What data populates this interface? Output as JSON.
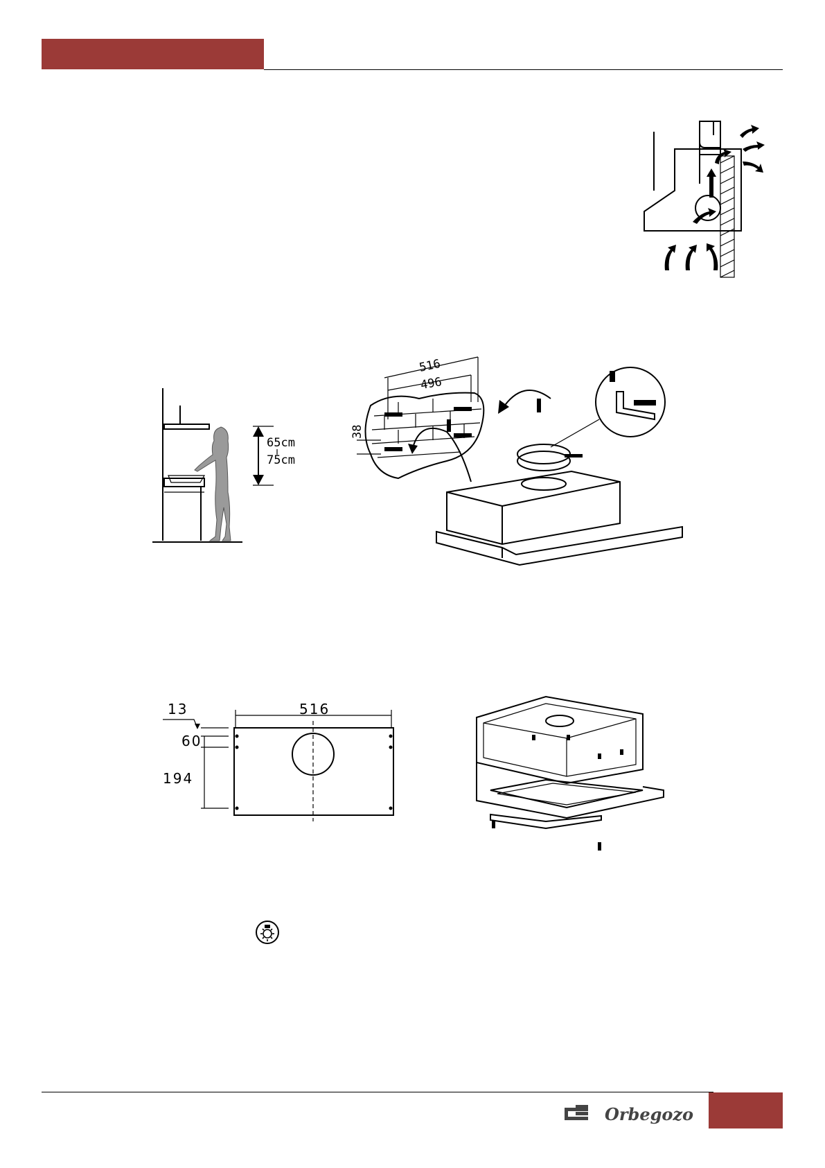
{
  "header": {
    "accent_color": "#9b3a37"
  },
  "illustrations": {
    "airflow": {
      "icon": "airflow-diagram"
    },
    "mounting_height": {
      "range_min": "65cm",
      "range_max": "75cm"
    },
    "wall_mount": {
      "dim_outer": "516",
      "dim_inner": "496",
      "dim_height": "38"
    },
    "template": {
      "dim_width": "516",
      "dim_offset": "13",
      "dim_top": "60",
      "dim_side": "194"
    },
    "underside": {
      "icon": "hood-underside-diagram"
    }
  },
  "light_icon": "light-bulb-icon",
  "footer": {
    "brand": "Orbegozo",
    "accent_color": "#9b3a37"
  }
}
